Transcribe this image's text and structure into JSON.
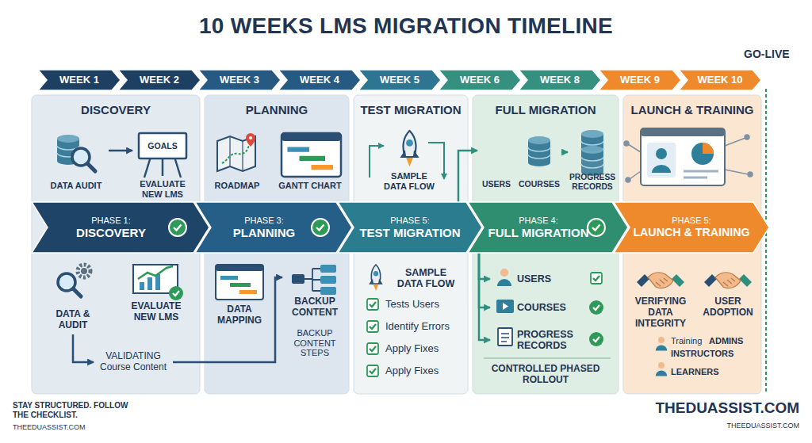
{
  "diagram": {
    "title": "10 WEEKS LMS MIGRATION TIMELINE",
    "nodes": [
      {
        "text": [
          "WEEK 1"
        ]
      },
      {
        "text": [
          "WEEK 2"
        ]
      },
      {
        "text": [
          "WEEK 3"
        ]
      },
      {
        "text": [
          "WEEK 4"
        ]
      },
      {
        "text": [
          "WEEK 5"
        ]
      },
      {
        "text": [
          "WEEK 6"
        ]
      },
      {
        "text": [
          "WEEK 8"
        ]
      },
      {
        "text": [
          "WEEK 9"
        ]
      },
      {
        "text": [
          "WEEK 10"
        ]
      },
      {
        "text": [
          "DISCOVERY"
        ]
      },
      {
        "text": [
          "PLANNING"
        ]
      },
      {
        "text": [
          "TEST MIGRATION"
        ]
      },
      {
        "text": [
          "FULL MIGRATION"
        ]
      },
      {
        "text": [
          "LAUNCH & TRAINING"
        ]
      },
      {
        "text": [
          "DATA AUDIT"
        ],
        "in": 9
      },
      {
        "text": [
          "EVALUATE NEW LMS"
        ],
        "in": 9
      },
      {
        "text": [
          "ROADMAP"
        ],
        "in": 10
      },
      {
        "text": [
          "GANTT CHART"
        ],
        "in": 10
      },
      {
        "text": [
          "SAMPLE DATA FLOW"
        ],
        "in": 11
      },
      {
        "text": [
          "USERS"
        ],
        "in": 12
      },
      {
        "text": [
          "COURSES"
        ],
        "in": 12
      },
      {
        "text": [
          "PROGRESS RECORDS"
        ],
        "in": 12
      },
      {
        "text": [
          "PHASE 1:",
          "DISCOVERY"
        ]
      },
      {
        "text": [
          "PHASE 3:",
          "PLANNING"
        ]
      },
      {
        "text": [
          "PHASE 5:",
          "TEST MIGRATION"
        ]
      },
      {
        "text": [
          "PHASE 4:",
          "FULL MIGRATION"
        ]
      },
      {
        "text": [
          "PHASE 5:",
          "LAUNCH & TRAINING"
        ]
      },
      {
        "text": [
          "DATA & AUDIT"
        ],
        "in": 9
      },
      {
        "text": [
          "EVALUATE NEW LMS"
        ],
        "in": 9
      },
      {
        "text": [
          "VALIDATING Course Content"
        ],
        "in": 9
      },
      {
        "text": [
          "DATA MAPPING"
        ],
        "in": 10
      },
      {
        "text": [
          "BACKUP CONTENT"
        ],
        "in": 10
      },
      {
        "text": [
          "BACKUP CONTENT STEPS"
        ],
        "in": 10
      },
      {
        "text": [
          "SAMPLE DATA FLOW"
        ],
        "in": 11
      },
      {
        "text": [
          "USERS"
        ],
        "in": 12
      },
      {
        "text": [
          "COURSES"
        ],
        "in": 12
      },
      {
        "text": [
          "PROGRESS RECORDS"
        ],
        "in": 12
      },
      {
        "text": [
          "VERIFYING DATA INTEGRITY"
        ],
        "in": 13
      },
      {
        "text": [
          "USER ADOPTION"
        ],
        "in": 13
      }
    ],
    "edges": [
      {
        "from": 14,
        "to": 15,
        "arrow": "to"
      },
      {
        "from": 24,
        "to": 19,
        "arrow": "to"
      },
      {
        "from": 20,
        "to": 21,
        "arrow": "to"
      },
      {
        "from": 27,
        "to": 29,
        "arrow": "to"
      },
      {
        "from": 29,
        "to": 31,
        "arrow": "to"
      },
      {
        "from": 25,
        "to": 34,
        "arrow": "to"
      },
      {
        "from": 25,
        "to": 35,
        "arrow": "to"
      },
      {
        "from": 25,
        "to": 36,
        "arrow": "to"
      }
    ],
    "labels": [
      "GO-LIVE",
      "GOALS",
      "Tests Users",
      "Identify Errors",
      "Apply Fixes",
      "Apply Fixes",
      "CONTROLLED PHASED ROLLOUT",
      "Training",
      "ADMINS",
      "INSTRUCTORS",
      "LEARNERS",
      "STAY STRUCTURED. FOLLOW THE CHECKLIST.",
      "THEEDUASSIST.COM",
      "THEDUASSIST.COM",
      "THEEDUASSIST.COM"
    ]
  }
}
